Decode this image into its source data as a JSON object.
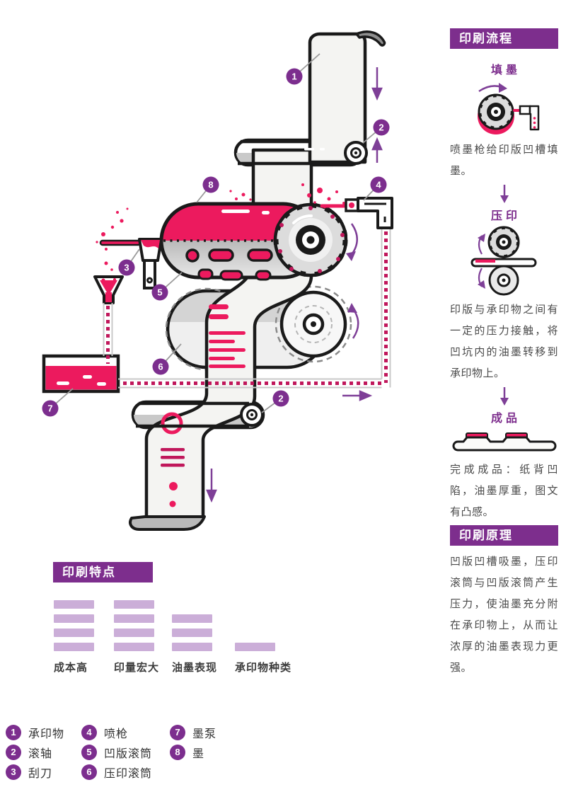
{
  "colors": {
    "purple": "#7D2E8D",
    "badge_purple": "#7C2E8E",
    "arrow_purple": "#7E3F97",
    "pink": "#EC1A5E",
    "ink_dot": "#C0175B",
    "bar_fill": "#CBAED8"
  },
  "diagram": {
    "badges": {
      "n1": "1",
      "n2": "2",
      "n3": "3",
      "n4": "4",
      "n5": "5",
      "n6": "6",
      "n7": "7",
      "n8": "8"
    }
  },
  "flow": {
    "header": "印刷流程",
    "steps": [
      {
        "title": "填墨",
        "caption": "喷墨枪给印版凹槽填墨。"
      },
      {
        "title": "压印",
        "caption": "印版与承印物之间有一定的压力接触，将凹坑内的油墨转移到承印物上。"
      },
      {
        "title": "成品",
        "caption": "完成成品：纸背凹陷，油墨厚重，图文有凸感。"
      }
    ]
  },
  "principle": {
    "header": "印刷原理",
    "body": "凹版凹槽吸墨，压印滚筒与凹版滚筒产生压力，使油墨充分附在承印物上，从而让浓厚的油墨表现力更强。"
  },
  "features": {
    "header": "印刷特点"
  },
  "chart_data": {
    "type": "bar",
    "title": "印刷特点",
    "categories": [
      "成本高",
      "印量宏大",
      "油墨表现",
      "承印物种类"
    ],
    "values": [
      4,
      4,
      3,
      1
    ],
    "max": 4,
    "orientation": "stacked segment columns (each segment = one unit)",
    "legend_position": "none",
    "grid": false
  },
  "legend": {
    "items": [
      {
        "n": "1",
        "label": "承印物"
      },
      {
        "n": "2",
        "label": "滚轴"
      },
      {
        "n": "3",
        "label": "刮刀"
      },
      {
        "n": "4",
        "label": "喷枪"
      },
      {
        "n": "5",
        "label": "凹版滚筒"
      },
      {
        "n": "6",
        "label": "压印滚筒"
      },
      {
        "n": "7",
        "label": "墨泵"
      },
      {
        "n": "8",
        "label": "墨"
      }
    ]
  }
}
